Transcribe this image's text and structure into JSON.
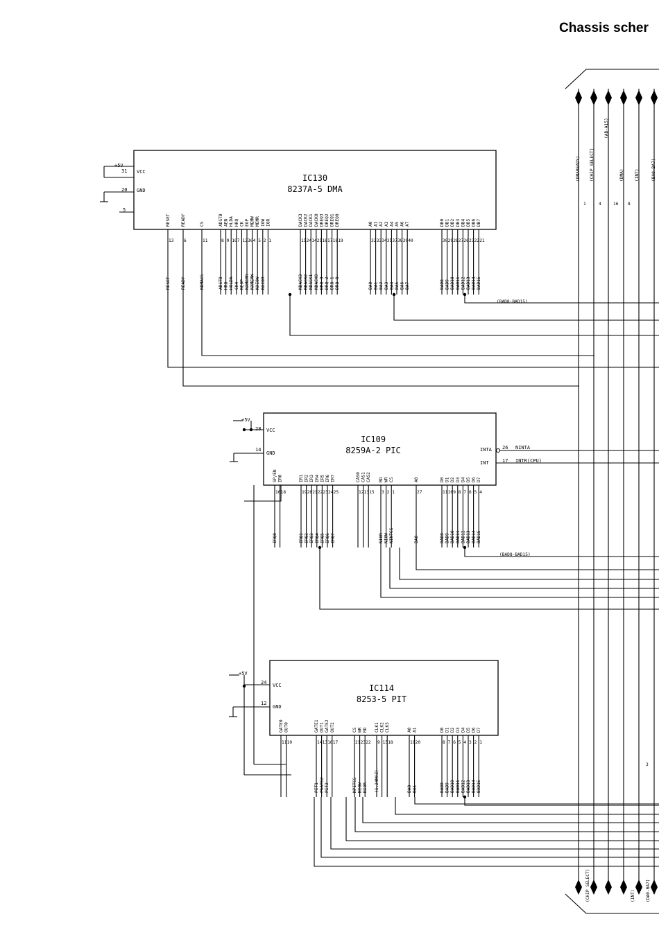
{
  "page": {
    "title": "Chassis scher"
  },
  "ics": [
    {
      "id": "ic130",
      "ref": "IC130",
      "part": "8237A-5 DMA",
      "power": [
        {
          "label": "VCC",
          "pin": "31",
          "net": "+5V"
        },
        {
          "label": "GND",
          "pin": "20"
        },
        {
          "label": "",
          "pin": "5"
        }
      ],
      "groups": [
        {
          "pins": [
            "RESET"
          ],
          "nums": [
            "13"
          ],
          "nets": [
            "RESET"
          ]
        },
        {
          "pins": [
            "READY"
          ],
          "nums": [
            "6"
          ],
          "nets": [
            "READY"
          ]
        },
        {
          "pins": [
            "CS"
          ],
          "nums": [
            "11"
          ],
          "nets": [
            "NDMACS"
          ]
        },
        {
          "pins": [
            "ADSTB",
            "AEN",
            "HLDA",
            "HRQ",
            "CK",
            "EOP",
            "MEMW",
            "MEMR",
            "IOW",
            "IOR"
          ],
          "nums": [
            "8",
            "9",
            "10",
            "7",
            "12",
            "36",
            "4",
            "5",
            "2",
            "1"
          ],
          "nets": [
            "ADSTB",
            "HRQ",
            "HOLDA",
            "CK4",
            "NEOP",
            "NXMEMR",
            "NXMEMW",
            "NXIOW",
            "NXIOR"
          ]
        },
        {
          "pins": [
            "DACK3",
            "DACK2",
            "DACK1",
            "DACK0",
            "DREQ3",
            "DREQ2",
            "DREQ1",
            "DREQ0"
          ],
          "nums": [
            "15",
            "24",
            "14",
            "25",
            "16",
            "17",
            "18",
            "19"
          ],
          "nets": [
            "NDACK3",
            "NDACK2",
            "NDACK1",
            "NDACK0",
            "DRQ 3",
            "DRQ 2",
            "DRQ 1",
            "DRQ 0"
          ]
        },
        {
          "pins": [
            "A0",
            "A1",
            "A2",
            "A3",
            "A4",
            "A5",
            "A6",
            "A7"
          ],
          "nums": [
            "32",
            "33",
            "34",
            "35",
            "37",
            "38",
            "39",
            "40"
          ],
          "nets": [
            "BA0",
            "BA1",
            "BA2",
            "BA3",
            "BA4",
            "BA5",
            "BA6",
            "BA7"
          ]
        },
        {
          "pins": [
            "DB0",
            "DB1",
            "DB2",
            "DB3",
            "DB4",
            "DB5",
            "DB6",
            "DB7"
          ],
          "nums": [
            "30",
            "29",
            "28",
            "27",
            "26",
            "23",
            "22",
            "21"
          ],
          "nets": [
            "BAD8",
            "BAD9",
            "BAD10",
            "BAD11",
            "BAD12",
            "BAD13",
            "BAD14",
            "BAD15"
          ]
        }
      ],
      "bus_label": "(BAD8-BAD15)"
    },
    {
      "id": "ic109",
      "ref": "IC109",
      "part": "8259A-2 PIC",
      "power": [
        {
          "label": "VCC",
          "pin": "28",
          "net": "+5V"
        },
        {
          "label": "GND",
          "pin": "14"
        }
      ],
      "right_pins": [
        {
          "label": "INTA",
          "pin": "26",
          "net": "NINTA"
        },
        {
          "label": "INT",
          "pin": "17",
          "net": "INTR(CPU)"
        }
      ],
      "groups": [
        {
          "pins": [
            "SP/EN",
            "IR0"
          ],
          "nums": [
            "16",
            "18"
          ],
          "nets": [
            "IRQ0"
          ]
        },
        {
          "pins": [
            "IR1",
            "IR2",
            "IR3",
            "IR4",
            "IR5",
            "IR6",
            "IR7"
          ],
          "nums": [
            "19",
            "20",
            "21",
            "22",
            "23",
            "24",
            "25"
          ],
          "nets": [
            "IRQ1",
            "IRQ2",
            "IRQ3",
            "IRQ4",
            "IRQ5",
            "IRQ6",
            "IRQ7"
          ]
        },
        {
          "pins": [
            "CAS0",
            "CAS1",
            "CAS2"
          ],
          "nums": [
            "12",
            "13",
            "15"
          ],
          "nets": []
        },
        {
          "pins": [
            "RD",
            "WR",
            "CS"
          ],
          "nums": [
            "3",
            "2",
            "1"
          ],
          "nets": [
            "NIOR",
            "NIOW",
            "NINTCS"
          ]
        },
        {
          "pins": [
            "A0"
          ],
          "nums": [
            "27"
          ],
          "nets": [
            "BA0"
          ]
        },
        {
          "pins": [
            "D0",
            "D1",
            "D2",
            "D3",
            "D4",
            "D5",
            "D6",
            "D7"
          ],
          "nums": [
            "11",
            "10",
            "9",
            "8",
            "7",
            "6",
            "5",
            "4"
          ],
          "nets": [
            "BAD8",
            "BAD9",
            "BAD10",
            "BAD11",
            "BAD12",
            "BAD13",
            "BAD14",
            "BAD15"
          ]
        }
      ],
      "bus_label": "(BAD8-BAD15)"
    },
    {
      "id": "ic114",
      "ref": "IC114",
      "part": "8253-5 PIT",
      "power": [
        {
          "label": "VCC",
          "pin": "24",
          "net": "+5V"
        },
        {
          "label": "GND",
          "pin": "12"
        }
      ],
      "groups": [
        {
          "pins": [
            "GATE0",
            "OUT0"
          ],
          "nums": [
            "11",
            "10"
          ],
          "nets": []
        },
        {
          "pins": [
            "GATE1",
            "OUT1",
            "GATE2",
            "OUT2"
          ],
          "nums": [
            "14",
            "13",
            "16",
            "17"
          ],
          "nets": [
            "PIT1",
            "PGATE2",
            "PIT2"
          ]
        },
        {
          "pins": [
            "CS",
            "WR",
            "RD"
          ],
          "nums": [
            "21",
            "23",
            "22"
          ],
          "nets": [
            "NPITCS",
            "NIOW",
            "NIOR"
          ]
        },
        {
          "pins": [
            "CLK1",
            "CLK2",
            "CLK3"
          ],
          "nums": [
            "9",
            "15",
            "18"
          ],
          "nets": [
            "(1.24MHZ)"
          ]
        },
        {
          "pins": [
            "A0",
            "A1"
          ],
          "nums": [
            "19",
            "20"
          ],
          "nets": [
            "BA0",
            "BA1"
          ]
        },
        {
          "pins": [
            "D0",
            "D1",
            "D2",
            "D3",
            "D4",
            "D5",
            "D6",
            "D7"
          ],
          "nums": [
            "8",
            "7",
            "6",
            "5",
            "4",
            "3",
            "2",
            "1"
          ],
          "nets": [
            "BAD8",
            "BAD9",
            "BAD10",
            "BAD11",
            "BAD12",
            "BAD13",
            "BAD14",
            "BAD15"
          ]
        }
      ]
    }
  ],
  "bus_top": [
    "(DMAREADY)",
    "(CHIP SELECT)",
    "(AB-A15)",
    "(DMA)",
    "(INT)",
    "(BA0-BA7)"
  ],
  "bus_top_counts": [
    "1",
    "4",
    "16",
    "8"
  ],
  "bus_bottom": [
    "(CHIP SELECT)",
    "(INT)",
    "(DA0-BA7)"
  ],
  "bus_bottom_counts": [
    "3"
  ]
}
